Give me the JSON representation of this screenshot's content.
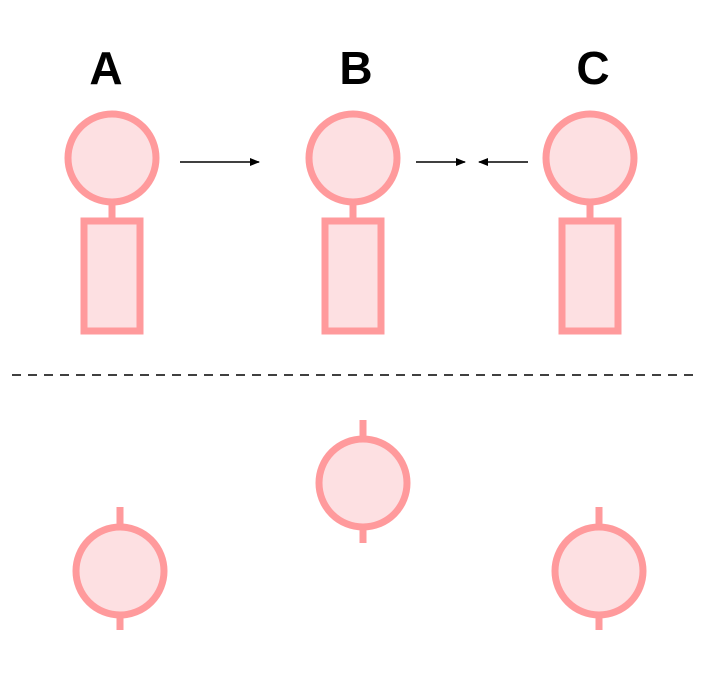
{
  "labels": {
    "a": "A",
    "b": "B",
    "c": "C"
  },
  "colors": {
    "fill": "#fde0e2",
    "stroke": "#ff9a9c",
    "arrow": "#000000",
    "divider": "#000000"
  }
}
